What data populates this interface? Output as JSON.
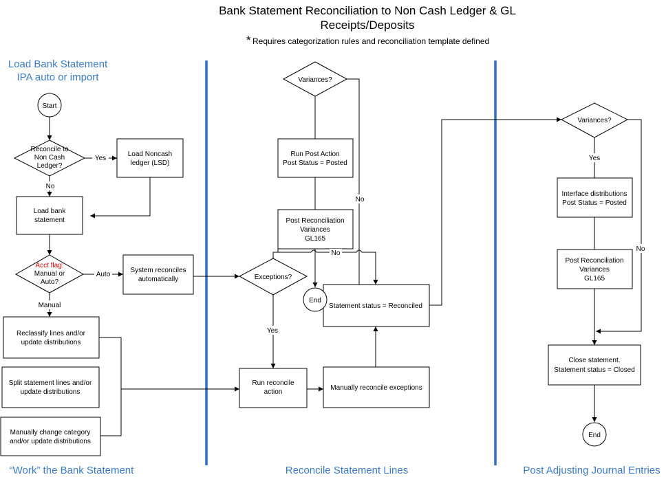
{
  "title": {
    "line1": "Bank Statement Reconciliation to Non Cash Ledger & GL",
    "line2": "Receipts/Deposits",
    "asterisk": "*",
    "note": "Requires categorization rules and reconciliation template defined"
  },
  "sections": {
    "load_line1": "Load Bank Statement",
    "load_line2": "IPA auto or import",
    "work": "“Work” the Bank Statement",
    "reconcile": "Reconcile Statement Lines",
    "post": "Post Adjusting Journal Entries"
  },
  "nodes": {
    "start": "Start",
    "reconcile_noncash": [
      "Reconcile to",
      "Non Cash",
      "Ledger?"
    ],
    "load_noncash": [
      "Load Noncash",
      "ledger (LSD)"
    ],
    "load_bank": [
      "Load bank",
      "statement"
    ],
    "acct_flag_red": "Acct flag:",
    "acct_flag": [
      "Manual or",
      "Auto?"
    ],
    "system_reconciles": [
      "System reconciles",
      "automatically"
    ],
    "reclassify": [
      "Reclassify lines and/or",
      "update distributions"
    ],
    "split": [
      "Split statement lines and/or",
      "update distributions"
    ],
    "manual_change": [
      "Manually change category",
      "and/or update distributions"
    ],
    "variances_mid": "Variances?",
    "run_post_action": [
      "Run Post Action",
      "Post Status = Posted"
    ],
    "post_recon_mid": [
      "Post Reconciliation",
      "Variances",
      "GL165"
    ],
    "exceptions": "Exceptions?",
    "end_mid": "End",
    "statement_reconciled": "Statement status = Reconciled",
    "run_reconcile": [
      "Run reconcile",
      "action"
    ],
    "manually_reconcile": "Manually reconcile exceptions",
    "variances_right": "Variances?",
    "interface_dist": [
      "Interface distributions",
      "Post Status = Posted"
    ],
    "post_recon_right": [
      "Post Reconciliation",
      "Variances",
      "GL165"
    ],
    "close_statement": [
      "Close statement.",
      "Statement status = Closed"
    ],
    "end_right": "End"
  },
  "labels": {
    "yes_noncash": "Yes",
    "no_noncash": "No",
    "auto": "Auto",
    "manual": "Manual",
    "no_variances_mid": "No",
    "no_exceptions": "No",
    "yes_exceptions": "Yes",
    "yes_variances_right": "Yes",
    "no_variances_right": "No"
  },
  "colors": {
    "section_heading": "#3b7bc4",
    "separator": "#2e6fbd",
    "flag_text": "#e00000"
  }
}
